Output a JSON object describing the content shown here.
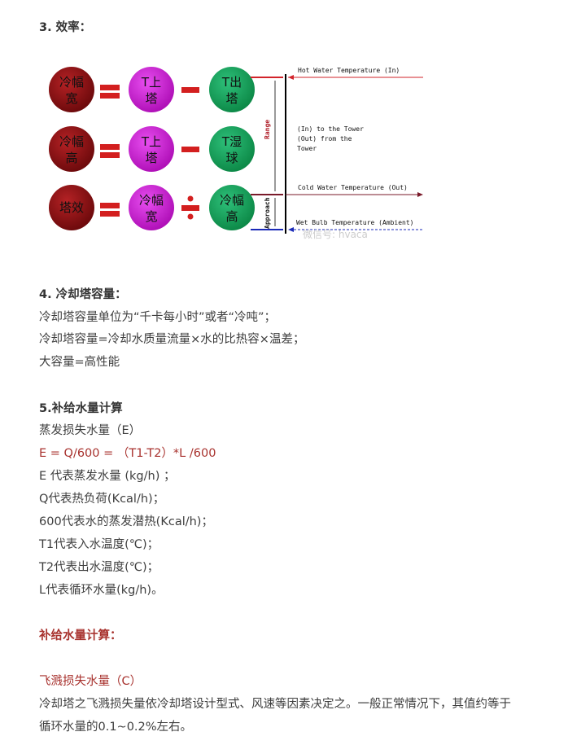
{
  "section3": {
    "heading": "3. 效率："
  },
  "diagram": {
    "rows": [
      {
        "left": [
          "冷幅",
          "宽"
        ],
        "op": "−",
        "mid": [
          "T上",
          "塔"
        ],
        "right": [
          "T出",
          "塔"
        ]
      },
      {
        "left": [
          "冷幅",
          "高"
        ],
        "op": "−",
        "mid": [
          "T上",
          "塔"
        ],
        "right": [
          "T湿",
          "球"
        ]
      },
      {
        "left": [
          "塔效",
          ""
        ],
        "op": "÷",
        "mid": [
          "冷幅",
          "宽"
        ],
        "right": [
          "冷幅",
          "高"
        ]
      }
    ],
    "hot_label": "Hot Water Temperature (In)",
    "cold_label": "Cold Water Temperature (Out)",
    "wet_label": "Wet Bulb Temperature  (Ambient)",
    "note": [
      "(In) to the Tower",
      "(Out) from the",
      "Tower"
    ],
    "range_label": "Range",
    "approach_label": "Approach",
    "watermark": "微信号: hvaca",
    "colors": {
      "left": "#8b0f12",
      "mid": "#d21ed8",
      "right": "#14a35a",
      "op": "#d31f1f"
    }
  },
  "section4": {
    "heading": "4. 冷却塔容量：",
    "lines": [
      "冷却塔容量单位为“千卡每小时”或者“冷吨”；",
      "冷却塔容量=冷却水质量流量×水的比热容×温差；",
      "大容量=高性能"
    ]
  },
  "section5": {
    "heading": "5.补给水量计算",
    "lines": [
      "蒸发损失水量（E）",
      "E = Q/600 = （T1-T2）*L /600",
      "E 代表蒸发水量 (kg/h) ；",
      "Q代表热负荷(Kcal/h)；",
      "600代表水的蒸发潜热(Kcal/h)；",
      "T1代表入水温度(℃)；",
      "T2代表出水温度(℃)；",
      "L代表循环水量(kg/h)。"
    ]
  },
  "makeup": {
    "heading": "补给水量计算：",
    "sub": "飞溅损失水量（C）",
    "lines": [
      "冷却塔之飞溅损失量依冷却塔设计型式、风速等因素决定之。一般正常情况下，其值约等于",
      "循环水量的0.1~0.2%左右。"
    ]
  }
}
